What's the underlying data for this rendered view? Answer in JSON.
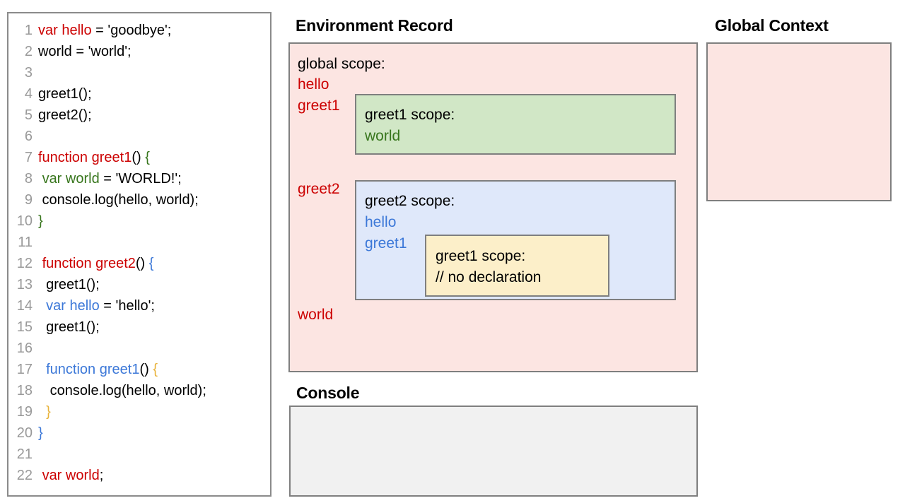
{
  "code_panel": {
    "lines": [
      {
        "n": "1",
        "tokens": [
          {
            "t": "var hello",
            "c": "red"
          },
          {
            "t": " = 'goodbye';",
            "c": "black"
          }
        ]
      },
      {
        "n": "2",
        "tokens": [
          {
            "t": "world = 'world';",
            "c": "black"
          }
        ]
      },
      {
        "n": "3",
        "tokens": [
          {
            "t": "",
            "c": "black"
          }
        ]
      },
      {
        "n": "4",
        "tokens": [
          {
            "t": "greet1();",
            "c": "black"
          }
        ]
      },
      {
        "n": "5",
        "tokens": [
          {
            "t": "greet2();",
            "c": "black"
          }
        ]
      },
      {
        "n": "6",
        "tokens": [
          {
            "t": "",
            "c": "black"
          }
        ]
      },
      {
        "n": "7",
        "tokens": [
          {
            "t": "function greet1",
            "c": "red"
          },
          {
            "t": "() ",
            "c": "black"
          },
          {
            "t": "{",
            "c": "green"
          }
        ]
      },
      {
        "n": "8",
        "tokens": [
          {
            "t": " ",
            "c": "black"
          },
          {
            "t": "var world",
            "c": "green"
          },
          {
            "t": " = 'WORLD!';",
            "c": "black"
          }
        ]
      },
      {
        "n": "9",
        "tokens": [
          {
            "t": " console.log(hello, world);",
            "c": "black"
          }
        ]
      },
      {
        "n": "10",
        "tokens": [
          {
            "t": "}",
            "c": "green"
          }
        ]
      },
      {
        "n": "11",
        "tokens": [
          {
            "t": "",
            "c": "black"
          }
        ]
      },
      {
        "n": "12",
        "tokens": [
          {
            "t": " ",
            "c": "black"
          },
          {
            "t": "function greet2",
            "c": "red"
          },
          {
            "t": "() ",
            "c": "black"
          },
          {
            "t": "{",
            "c": "blue"
          }
        ]
      },
      {
        "n": "13",
        "tokens": [
          {
            "t": "  greet1();",
            "c": "black"
          }
        ]
      },
      {
        "n": "14",
        "tokens": [
          {
            "t": "  ",
            "c": "black"
          },
          {
            "t": "var hello",
            "c": "blue"
          },
          {
            "t": " = 'hello';",
            "c": "black"
          }
        ]
      },
      {
        "n": "15",
        "tokens": [
          {
            "t": "  greet1();",
            "c": "black"
          }
        ]
      },
      {
        "n": "16",
        "tokens": [
          {
            "t": "",
            "c": "black"
          }
        ]
      },
      {
        "n": "17",
        "tokens": [
          {
            "t": "  ",
            "c": "black"
          },
          {
            "t": "function greet1",
            "c": "blue"
          },
          {
            "t": "() ",
            "c": "black"
          },
          {
            "t": "{",
            "c": "orange"
          }
        ]
      },
      {
        "n": "18",
        "tokens": [
          {
            "t": "   console.log(hello, world);",
            "c": "black"
          }
        ]
      },
      {
        "n": "19",
        "tokens": [
          {
            "t": "  ",
            "c": "black"
          },
          {
            "t": "}",
            "c": "orange"
          }
        ]
      },
      {
        "n": "20",
        "tokens": [
          {
            "t": "}",
            "c": "blue"
          }
        ]
      },
      {
        "n": "21",
        "tokens": [
          {
            "t": "",
            "c": "black"
          }
        ]
      },
      {
        "n": "22",
        "tokens": [
          {
            "t": " ",
            "c": "black"
          },
          {
            "t": "var world",
            "c": "red"
          },
          {
            "t": ";",
            "c": "black"
          }
        ]
      }
    ]
  },
  "headings": {
    "environment_record": "Environment Record",
    "global_context": "Global Context",
    "console": "Console"
  },
  "environment_record": {
    "global_scope": {
      "label": "global scope:",
      "vars": [
        "hello",
        "greet1",
        "greet2",
        "world"
      ]
    },
    "greet1_scope": {
      "label": "greet1 scope:",
      "vars": [
        "world"
      ]
    },
    "greet2_scope": {
      "label": "greet2 scope:",
      "vars": [
        "hello",
        "greet1"
      ]
    },
    "greet1_inner_scope": {
      "label": "greet1 scope:",
      "note": "// no declaration"
    }
  },
  "global_context": {
    "content": ""
  },
  "console_panel": {
    "content": ""
  },
  "colors": {
    "pink_fill": "#fce5e2",
    "green_fill": "#d1e7c6",
    "blue_fill": "#dfe8fa",
    "yellow_fill": "#fcefc9",
    "console_fill": "#f1f1f1",
    "border": "#7f7f7f",
    "red_token": "#cc0000",
    "green_token": "#38761d",
    "blue_token": "#3c78d8",
    "orange_token": "#e8b33c",
    "line_number": "#999999"
  }
}
